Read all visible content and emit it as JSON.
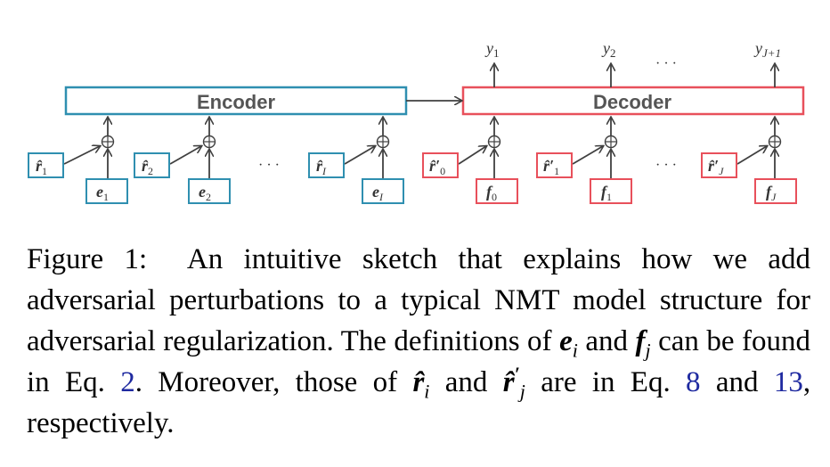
{
  "diagram": {
    "encoder_label": "Encoder",
    "decoder_label": "Decoder",
    "ellipsis": "· · ·",
    "plus_symbol": "⊕",
    "colors": {
      "encoder": "#2f8fb0",
      "decoder": "#e8505b",
      "arrow": "#404040"
    },
    "encoder_r_inputs": [
      {
        "base": "r̂",
        "sub": "1"
      },
      {
        "base": "r̂",
        "sub": "2"
      },
      {
        "base": "r̂",
        "sub": "I"
      }
    ],
    "encoder_e_inputs": [
      {
        "base": "e",
        "sub": "1"
      },
      {
        "base": "e",
        "sub": "2"
      },
      {
        "base": "e",
        "sub": "I"
      }
    ],
    "decoder_r_inputs": [
      {
        "base": "r̂′",
        "sub": "0"
      },
      {
        "base": "r̂′",
        "sub": "1"
      },
      {
        "base": "r̂′",
        "sub": "J"
      }
    ],
    "decoder_f_inputs": [
      {
        "base": "f",
        "sub": "0"
      },
      {
        "base": "f",
        "sub": "1"
      },
      {
        "base": "f",
        "sub": "J"
      }
    ],
    "outputs": [
      {
        "base": "y",
        "sub": "1"
      },
      {
        "base": "y",
        "sub": "2"
      },
      {
        "base": "y",
        "sub": "J+1"
      }
    ]
  },
  "caption": {
    "figure_label": "Figure 1:",
    "part1": "An intuitive sketch that explains how we add adversarial perturbations to a typical NMT model structure for adversarial regularization. The definitions of",
    "e_i": {
      "base": "e",
      "sub": "i"
    },
    "and1": "and",
    "f_j": {
      "base": "f",
      "sub": "j"
    },
    "part2": "can be found in Eq.",
    "ref_eq2": "2",
    "part3": ". Moreover, those of",
    "r_i": {
      "base": "r̂",
      "sub": "i"
    },
    "and2": "and",
    "r_j_prime": {
      "base": "r̂",
      "sup": "′",
      "sub": "j"
    },
    "part4": "are in Eq.",
    "ref_eq8": "8",
    "and3": "and",
    "ref_eq13": "13",
    "part5": ", respectively."
  }
}
